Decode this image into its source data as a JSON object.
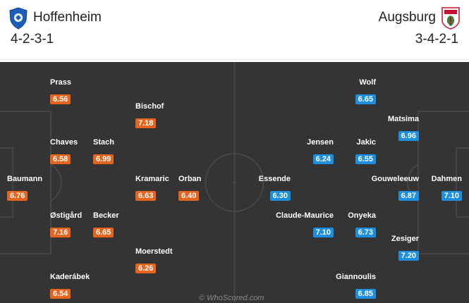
{
  "home": {
    "name": "Hoffenheim",
    "formation": "4-2-3-1",
    "color": "#e6641e",
    "crest_icon": "hoffenheim-crest-icon",
    "players": [
      {
        "name": "Prass",
        "rating": "6.56"
      },
      {
        "name": "Bischof",
        "rating": "7.18"
      },
      {
        "name": "Chaves",
        "rating": "6.58"
      },
      {
        "name": "Stach",
        "rating": "6.99"
      },
      {
        "name": "Baumann",
        "rating": "6.76"
      },
      {
        "name": "Kramaric",
        "rating": "6.63"
      },
      {
        "name": "Orban",
        "rating": "6.40"
      },
      {
        "name": "Østigård",
        "rating": "7.16"
      },
      {
        "name": "Becker",
        "rating": "6.65"
      },
      {
        "name": "Moerstedt",
        "rating": "6.26"
      },
      {
        "name": "Kaderábek",
        "rating": "6.54"
      }
    ]
  },
  "away": {
    "name": "Augsburg",
    "formation": "3-4-2-1",
    "color": "#1d8fde",
    "crest_icon": "augsburg-crest-icon",
    "players": [
      {
        "name": "Wolf",
        "rating": "6.65"
      },
      {
        "name": "Matsima",
        "rating": "6.96"
      },
      {
        "name": "Jensen",
        "rating": "6.24"
      },
      {
        "name": "Jakic",
        "rating": "6.55"
      },
      {
        "name": "Essende",
        "rating": "6.30"
      },
      {
        "name": "Gouweleeuw",
        "rating": "6.87"
      },
      {
        "name": "Dahmen",
        "rating": "7.10"
      },
      {
        "name": "Claude-Maurice",
        "rating": "7.10"
      },
      {
        "name": "Onyeka",
        "rating": "6.73"
      },
      {
        "name": "Zesiger",
        "rating": "7.20"
      },
      {
        "name": "Giannoulis",
        "rating": "6.85"
      }
    ]
  },
  "pitch_color": "#343434",
  "watermark": "© WhoScored.com"
}
